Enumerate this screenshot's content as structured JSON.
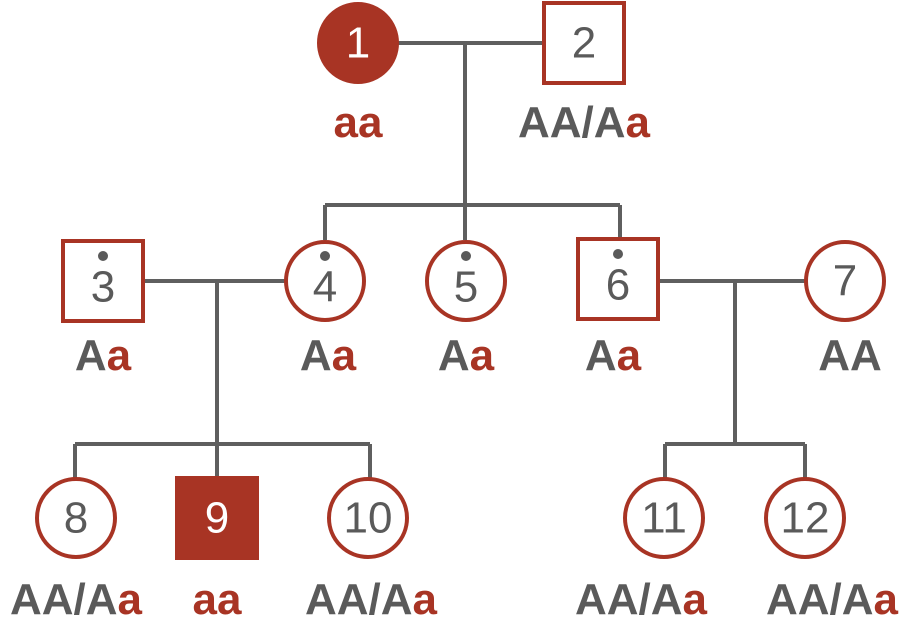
{
  "colors": {
    "affected": "#a83424",
    "outline": "#a83424",
    "line": "#5f5f5f",
    "dominant_text": "#5a5a5a",
    "recessive_text": "#a83424",
    "number_on_white": "#5a5a5a",
    "number_on_fill": "#ffffff"
  },
  "individuals": [
    {
      "id": "1",
      "sex": "female",
      "affected": true,
      "carrier": false,
      "genotype": [
        "aa"
      ]
    },
    {
      "id": "2",
      "sex": "male",
      "affected": false,
      "carrier": false,
      "genotype": [
        "AA",
        "Aa"
      ]
    },
    {
      "id": "3",
      "sex": "male",
      "affected": false,
      "carrier": true,
      "genotype": [
        "Aa"
      ]
    },
    {
      "id": "4",
      "sex": "female",
      "affected": false,
      "carrier": true,
      "genotype": [
        "Aa"
      ]
    },
    {
      "id": "5",
      "sex": "female",
      "affected": false,
      "carrier": true,
      "genotype": [
        "Aa"
      ]
    },
    {
      "id": "6",
      "sex": "male",
      "affected": false,
      "carrier": true,
      "genotype": [
        "Aa"
      ]
    },
    {
      "id": "7",
      "sex": "female",
      "affected": false,
      "carrier": false,
      "genotype": [
        "AA"
      ]
    },
    {
      "id": "8",
      "sex": "female",
      "affected": false,
      "carrier": false,
      "genotype": [
        "AA",
        "Aa"
      ]
    },
    {
      "id": "9",
      "sex": "male",
      "affected": true,
      "carrier": false,
      "genotype": [
        "aa"
      ]
    },
    {
      "id": "10",
      "sex": "female",
      "affected": false,
      "carrier": false,
      "genotype": [
        "AA",
        "Aa"
      ]
    },
    {
      "id": "11",
      "sex": "female",
      "affected": false,
      "carrier": false,
      "genotype": [
        "AA",
        "Aa"
      ]
    },
    {
      "id": "12",
      "sex": "female",
      "affected": false,
      "carrier": false,
      "genotype": [
        "AA",
        "Aa"
      ]
    }
  ],
  "genotype_separator": "/"
}
